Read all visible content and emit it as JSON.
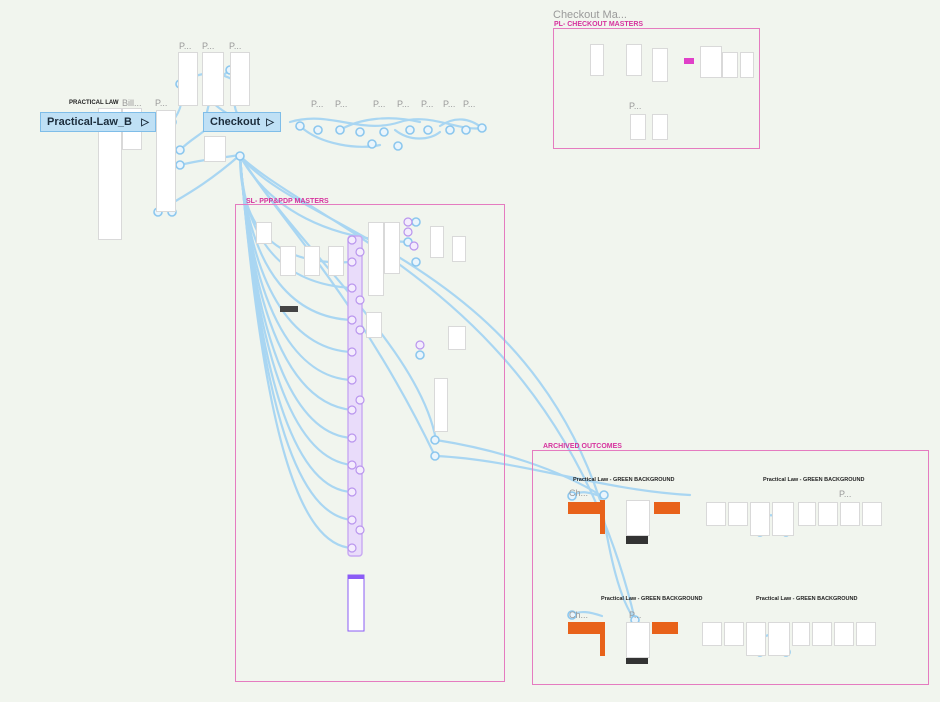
{
  "canvas": {
    "labels": {
      "practical_law_logo": "PRACTICAL LAW",
      "billing": "Bill...",
      "checkout_frame_title": "Checkout Ma..."
    },
    "flows": [
      {
        "label": "Practical-Law_B",
        "icon": "play-icon"
      },
      {
        "label": "Checkout",
        "icon": "play-icon"
      }
    ],
    "sections": [
      {
        "title": "PL- CHECKOUT MASTERS"
      },
      {
        "title": "SL- PPP&PDP MASTERS"
      },
      {
        "title": "ARCHIVED OUTCOMES"
      }
    ],
    "archived_titles": [
      "Practical Law - GREEN BACKGROUND",
      "Practical Law - GREEN BACKGROUND",
      "Practical Law - GREEN BACKGROUND",
      "Practical Law - GREEN BACKGROUND"
    ],
    "frame_prefix_p": "P...",
    "frame_prefix_ch": "Ch...",
    "colors": {
      "background": "#f1f5ee",
      "section_border": "#e57bc0",
      "section_title": "#d6339e",
      "connector": "#a9d6f2",
      "flow_button": "#bfe0f5",
      "accent_orange": "#e8621a",
      "accent_purple": "#8b5cf6"
    }
  }
}
